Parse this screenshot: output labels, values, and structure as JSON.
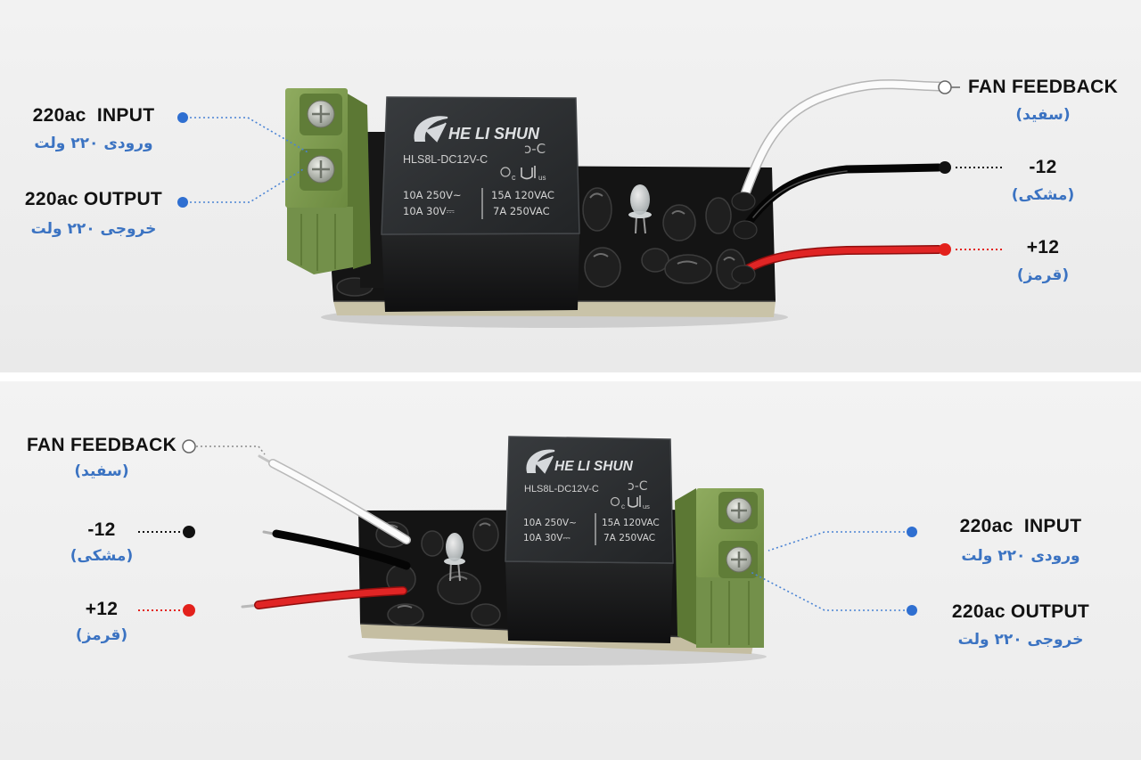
{
  "relay": {
    "brand": "HE LI SHUN",
    "model": "HLS8L-DC12V-C",
    "model_suffix": "ɔ-C",
    "cert_c": "c",
    "cert_us": "us",
    "rating_1": "10A 250V~",
    "rating_2": "10A 30V⎓",
    "rating_3": "15A 120VAC",
    "rating_4": "7A 250VAC"
  },
  "panels": [
    {
      "input": {
        "title": "220ac  INPUT",
        "subtitle": "ورودی ۲۲۰ ولت"
      },
      "output": {
        "title": "220ac OUTPUT",
        "subtitle": "خروجی ۲۲۰ ولت"
      },
      "fan_feedback": {
        "title": "FAN FEEDBACK",
        "subtitle": "(سفید)"
      },
      "negative": {
        "title": "-12",
        "subtitle": "(مشکی)"
      },
      "positive": {
        "title": "+12",
        "subtitle": "(قرمز)"
      }
    },
    {
      "input": {
        "title": "220ac  INPUT",
        "subtitle": "ورودی ۲۲۰ ولت"
      },
      "output": {
        "title": "220ac OUTPUT",
        "subtitle": "خروجی ۲۲۰ ولت"
      },
      "fan_feedback": {
        "title": "FAN FEEDBACK",
        "subtitle": "(سفید)"
      },
      "negative": {
        "title": "-12",
        "subtitle": "(مشکی)"
      },
      "positive": {
        "title": "+12",
        "subtitle": "(قرمز)"
      }
    }
  ],
  "colors": {
    "label_blue": "#3b73c2",
    "callout_blue": "#2f6fd1",
    "negative_black": "#111111",
    "positive_red": "#e3211c",
    "feedback_white": "#ffffff",
    "terminal_green": "#7c984c",
    "board_black": "#141414",
    "relay_black": "#2a2c2e"
  }
}
